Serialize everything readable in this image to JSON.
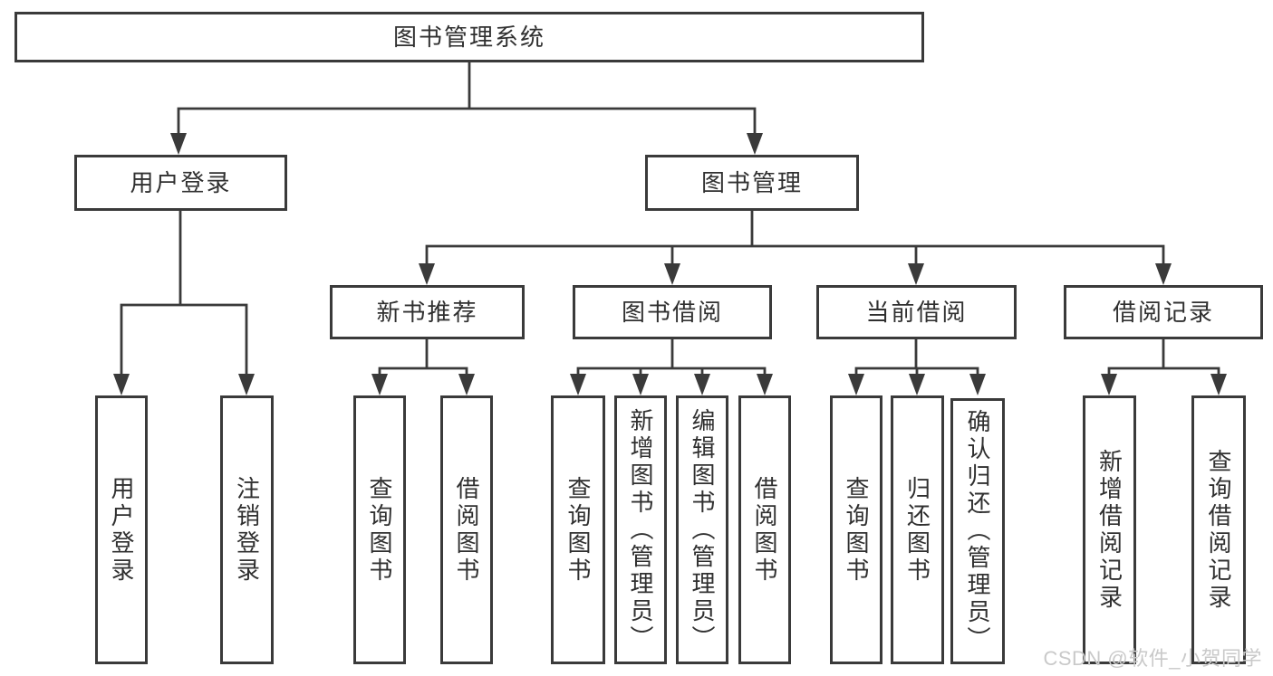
{
  "diagram": {
    "type": "tree",
    "root": {
      "label": "图书管理系统"
    },
    "level2": [
      {
        "label": "用户登录"
      },
      {
        "label": "图书管理"
      }
    ],
    "level3": [
      {
        "label": "新书推荐"
      },
      {
        "label": "图书借阅"
      },
      {
        "label": "当前借阅"
      },
      {
        "label": "借阅记录"
      }
    ],
    "leaves": {
      "user_login": [
        "用户登录",
        "注销登录"
      ],
      "new_book_recommend": [
        "查询图书",
        "借阅图书"
      ],
      "book_borrow": [
        "查询图书",
        "新增图书（管理员）",
        "编辑图书（管理员）",
        "借阅图书"
      ],
      "current_borrow": [
        "查询图书",
        "归还图书",
        "确认归还（管理员）"
      ],
      "borrow_records": [
        "新增借阅记录",
        "查询借阅记录"
      ]
    }
  },
  "colors": {
    "line": "#3a3a3a",
    "box_border": "#3a3a3a",
    "text": "#303030",
    "watermark": "#c9c9c9",
    "background": "#ffffff"
  },
  "watermark": {
    "text": "CSDN @软件_小贺同学"
  }
}
